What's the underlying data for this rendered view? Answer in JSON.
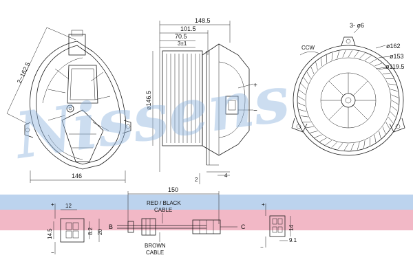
{
  "watermark": "Nissens",
  "colors": {
    "band_blue": "#bcd3ee",
    "band_pink": "#f2b8c6",
    "watermark": "#8fb6e0",
    "line": "#1a1a1a"
  },
  "front_view": {
    "diag_dim": "2~162.5",
    "width_dim": "146"
  },
  "side_view": {
    "overall_dim": "148.5",
    "dim_101": "101.5",
    "dim_70": "70.5",
    "dim_3": "3±1",
    "height_dim": "ø146.5",
    "plus": "+",
    "minus": "−",
    "small_2": "2",
    "small_4": "4"
  },
  "rear_view": {
    "holes": "3- ø6",
    "rotation": "CCW",
    "d162": "ø162",
    "d153": "ø153",
    "d119": "ø119.5"
  },
  "cable": {
    "length": "150",
    "red_label_1": "RED / BLACK",
    "red_label_2": "CABLE",
    "brown_label_1": "BROWN",
    "brown_label_2": "CABLE",
    "end_b": "B",
    "end_c": "C"
  },
  "connector_left": {
    "dim_12": "12",
    "dim_14_5": "14.5",
    "dim_8_2": "8.2",
    "dim_20": "20"
  },
  "connector_right": {
    "dim_14": "14",
    "dim_9_1": "9.1",
    "plus": "+",
    "minus": "−"
  }
}
